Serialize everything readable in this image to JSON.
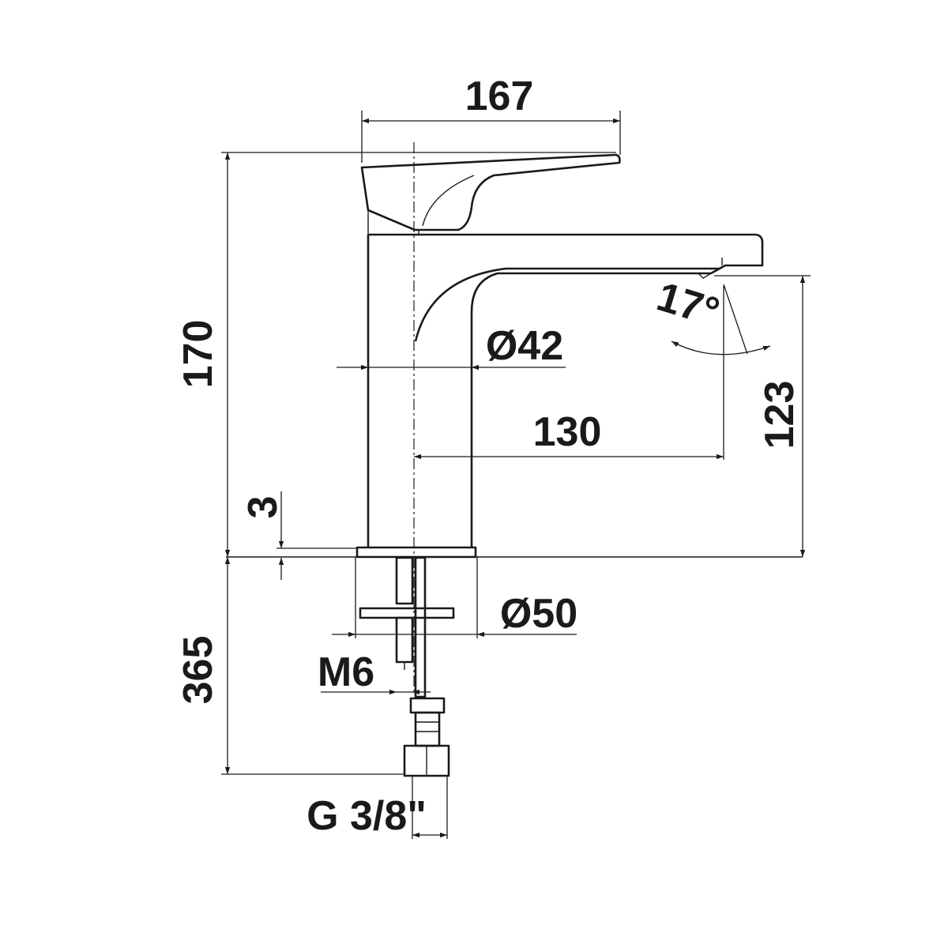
{
  "dimensions": {
    "width_167": "167",
    "height_170": "170",
    "spout_dia": "Ø42",
    "reach_130": "130",
    "outlet_height_123": "123",
    "angle_17": "17°",
    "base_3": "3",
    "base_dia": "Ø50",
    "length_365": "365",
    "thread_m6": "M6",
    "connection": "G 3/8\""
  }
}
